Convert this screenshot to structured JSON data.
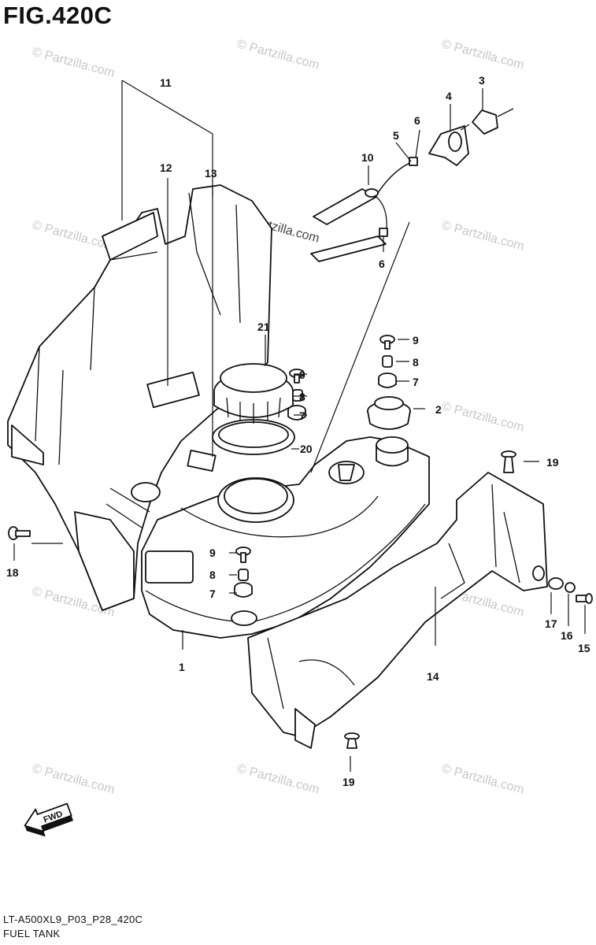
{
  "figure": {
    "title": "FIG.420C",
    "code": "LT-A500XL9_P03_P28_420C",
    "name": "FUEL TANK"
  },
  "watermark": {
    "text": "© Partzilla.com",
    "center_text": "© Partzilla.com"
  },
  "direction_badge": {
    "label": "FWD"
  },
  "callouts": {
    "c1": "1",
    "c2": "2",
    "c3": "3",
    "c4": "4",
    "c5": "5",
    "c6a": "6",
    "c6b": "6",
    "c7a": "7",
    "c7b": "7",
    "c7c": "7",
    "c8a": "8",
    "c8b": "8",
    "c8c": "8",
    "c9a": "9",
    "c9b": "9",
    "c9c": "9",
    "c10": "10",
    "c11": "11",
    "c12": "12",
    "c13": "13",
    "c14": "14",
    "c15": "15",
    "c16": "16",
    "c17": "17",
    "c18": "18",
    "c19a": "19",
    "c19b": "19",
    "c20": "20",
    "c21": "21"
  },
  "colors": {
    "line": "#111111",
    "watermark": "#c8c8c8",
    "background": "#ffffff"
  }
}
